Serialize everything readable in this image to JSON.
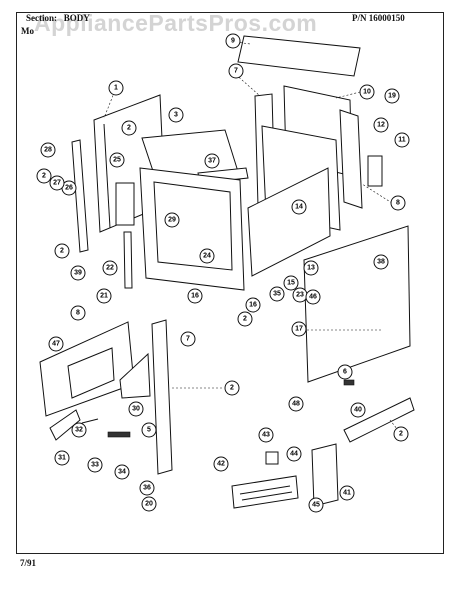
{
  "header": {
    "section_label": "Section:",
    "section_value": "BODY",
    "pn_label": "P/N 16000150",
    "model_label": "Mo"
  },
  "watermark": "AppliancePartsPros.com",
  "footer": {
    "date": "7/91"
  },
  "callouts": [
    "1",
    "2",
    "3",
    "5",
    "6",
    "7",
    "8",
    "9",
    "10",
    "11",
    "12",
    "13",
    "14",
    "15",
    "16",
    "17",
    "19",
    "20",
    "21",
    "22",
    "23",
    "24",
    "25",
    "26",
    "27",
    "28",
    "29",
    "30",
    "31",
    "32",
    "33",
    "34",
    "35",
    "36",
    "37",
    "38",
    "39",
    "40",
    "41",
    "42",
    "43",
    "44",
    "45",
    "46",
    "47",
    "48"
  ]
}
